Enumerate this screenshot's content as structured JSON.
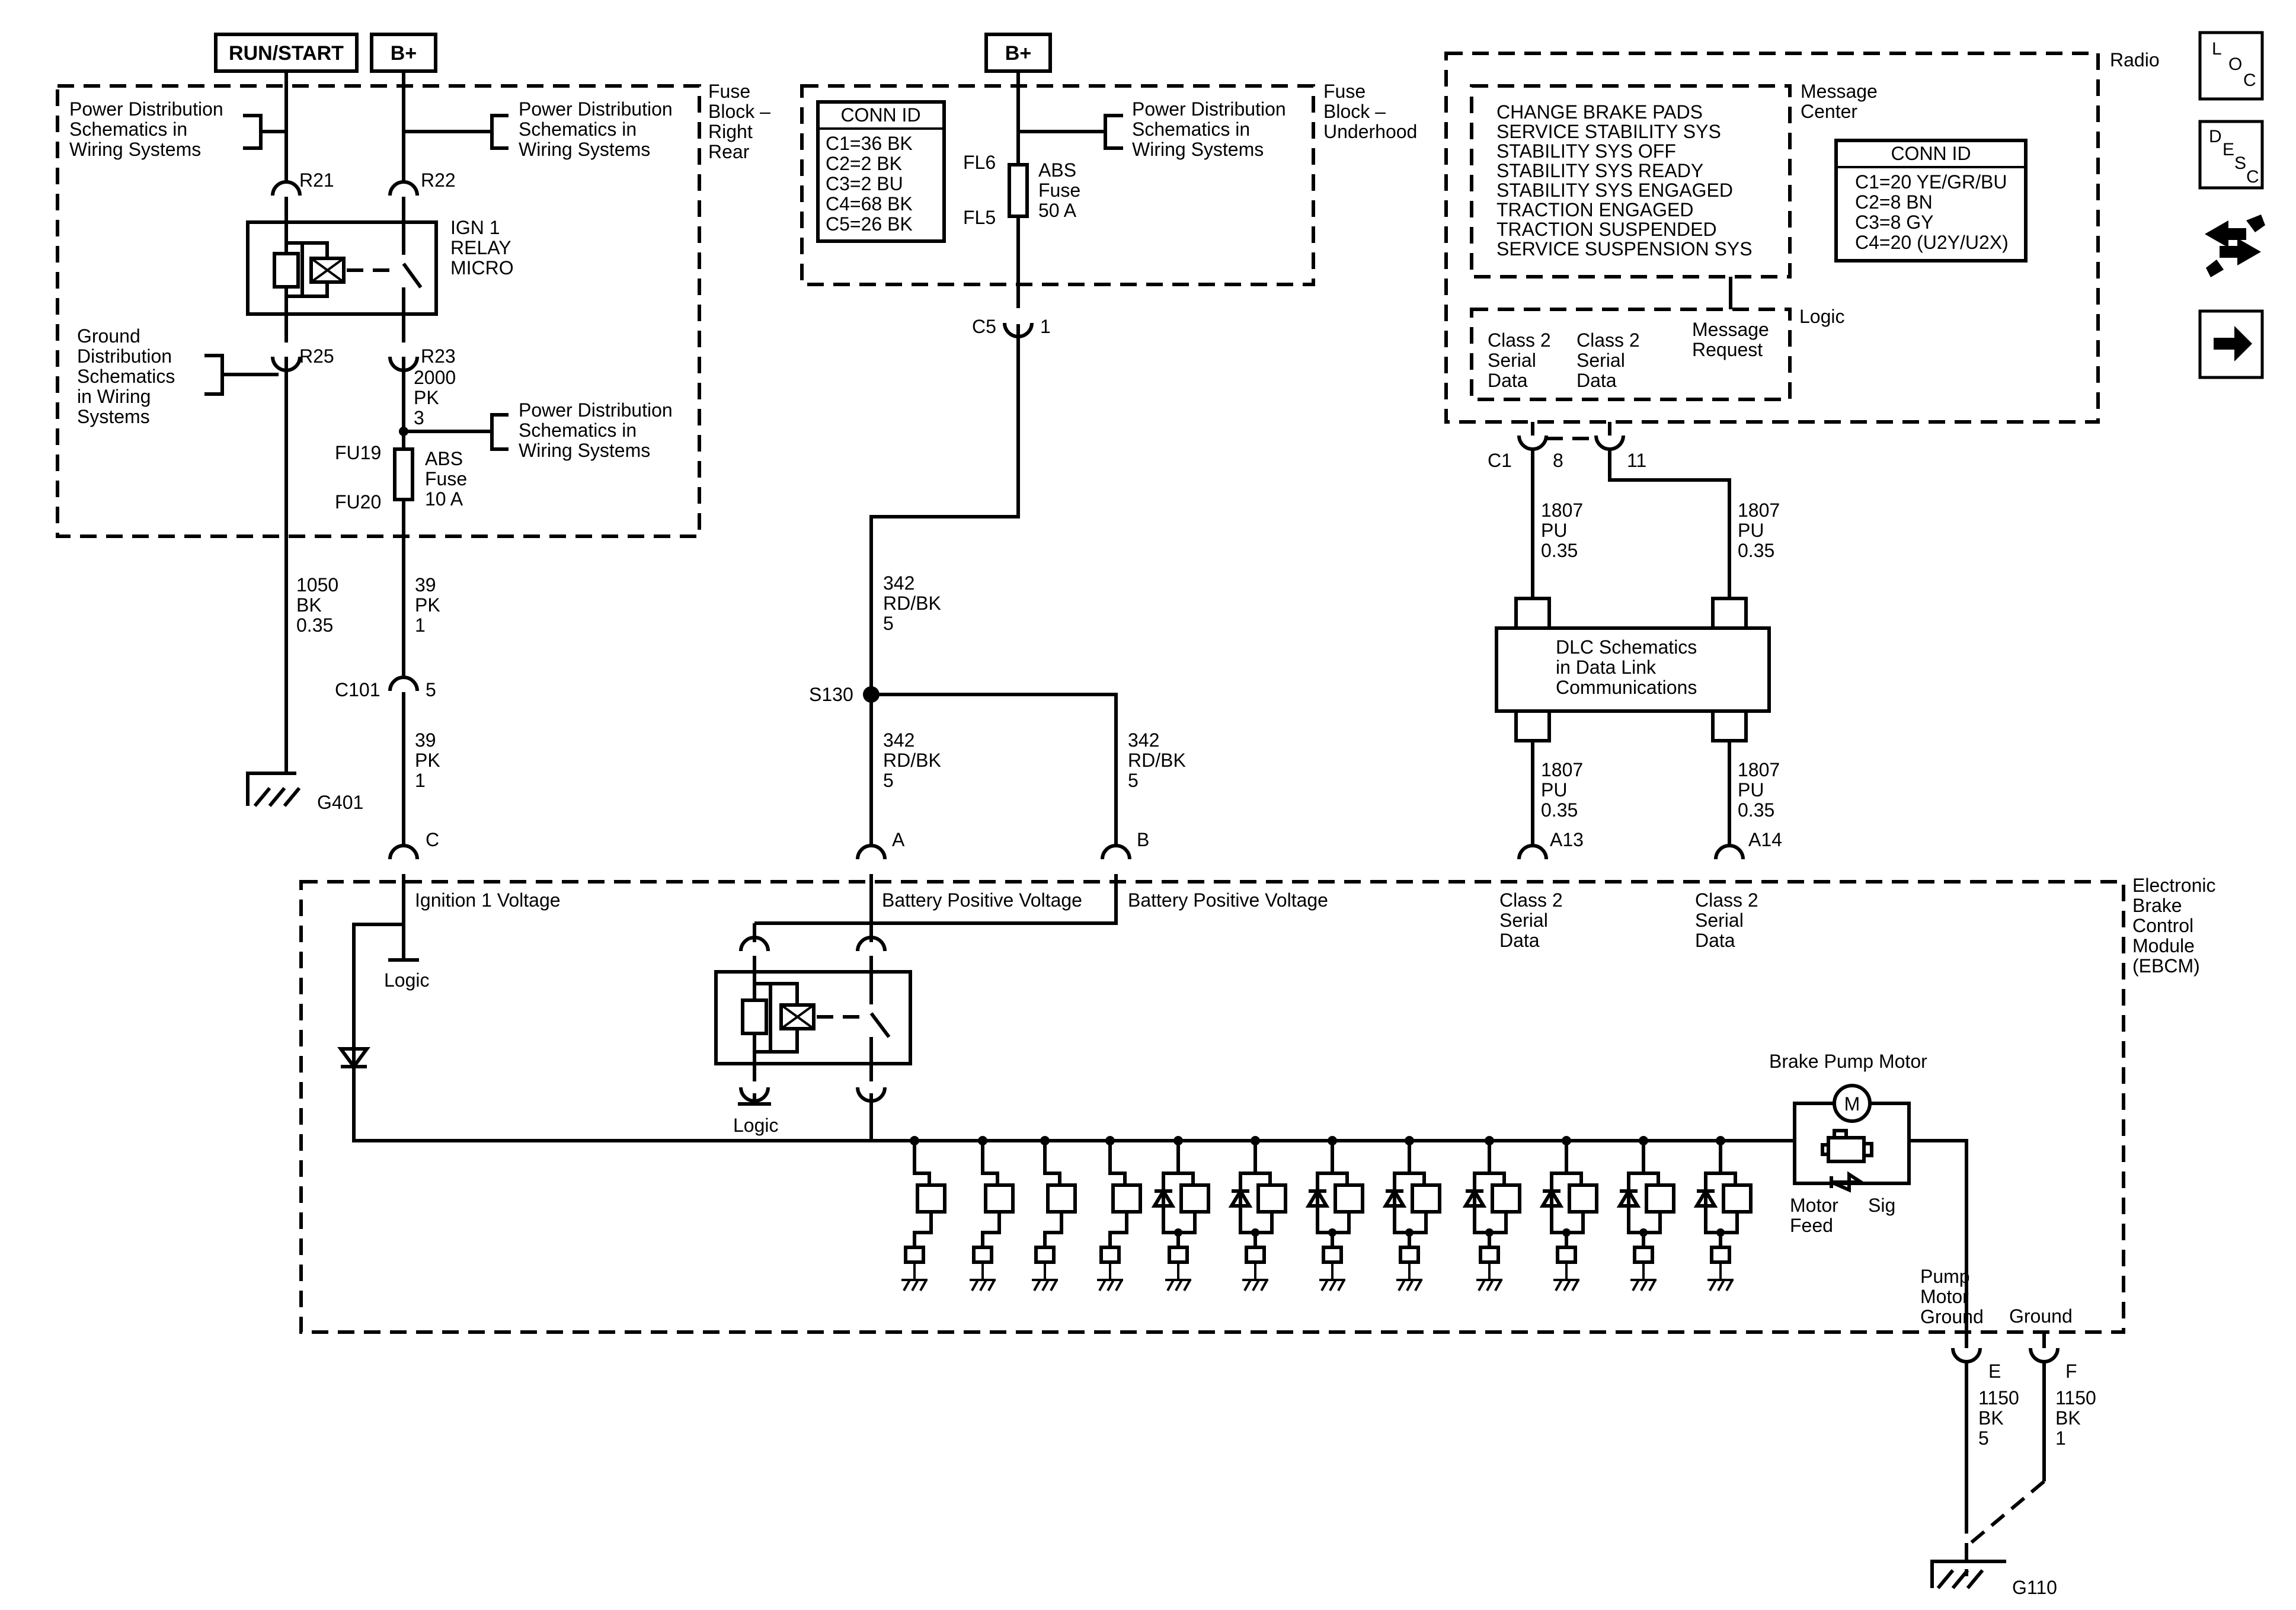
{
  "headers": {
    "run_start": "RUN/START",
    "bplus_1": "B+",
    "bplus_2": "B+"
  },
  "fuse_block_right_rear": {
    "label": [
      "Fuse",
      "Block –",
      "Right",
      "Rear"
    ],
    "pd_ref_left": [
      "Power Distribution",
      "Schematics in",
      "Wiring Systems"
    ],
    "pd_ref_right": [
      "Power Distribution",
      "Schematics in",
      "Wiring Systems"
    ],
    "pd_ref_lower": [
      "Power Distribution",
      "Schematics in",
      "Wiring Systems"
    ],
    "ground_ref": [
      "Ground",
      "Distribution",
      "Schematics",
      "in Wiring",
      "Systems"
    ],
    "relay_label": [
      "IGN 1",
      "RELAY",
      "MICRO"
    ],
    "r21": "R21",
    "r22": "R22",
    "r25": "R25",
    "r23": "R23",
    "wire_r23": [
      "2000",
      "PK",
      "3"
    ],
    "fu19": "FU19",
    "fu20": "FU20",
    "abs_fuse_10": [
      "ABS",
      "Fuse",
      "10 A"
    ]
  },
  "fuse_block_underhood": {
    "label": [
      "Fuse",
      "Block –",
      "Underhood"
    ],
    "conn_title": "CONN ID",
    "conn_items": [
      "C1=36 BK",
      "C2=2 BK",
      "C3=2 BU",
      "C4=68 BK",
      "C5=26 BK"
    ],
    "pd_ref": [
      "Power Distribution",
      "Schematics in",
      "Wiring Systems"
    ],
    "fl6": "FL6",
    "fl5": "FL5",
    "abs_fuse_50": [
      "ABS",
      "Fuse",
      "50 A"
    ],
    "c5": "C5",
    "c5_pin": "1"
  },
  "wires": {
    "w1050": [
      "1050",
      "BK",
      "0.35"
    ],
    "w39a": [
      "39",
      "PK",
      "1"
    ],
    "c101": "C101",
    "c101_pin": "5",
    "w39b": [
      "39",
      "PK",
      "1"
    ],
    "g401": "G401",
    "w342a": [
      "342",
      "RD/BK",
      "5"
    ],
    "s130": "S130",
    "w342b": [
      "342",
      "RD/BK",
      "5"
    ],
    "w342c": [
      "342",
      "RD/BK",
      "5"
    ],
    "pin_c": "C",
    "pin_a": "A",
    "pin_b": "B"
  },
  "radio": {
    "label": "Radio",
    "message_center": [
      "Message",
      "Center"
    ],
    "messages": [
      "CHANGE BRAKE PADS",
      "SERVICE STABILITY SYS",
      "STABILITY SYS OFF",
      "STABILITY SYS READY",
      "STABILITY SYS ENGAGED",
      "TRACTION ENGAGED",
      "TRACTION SUSPENDED",
      "SERVICE SUSPENSION SYS"
    ],
    "conn_title": "CONN ID",
    "conn_items": [
      "C1=20 YE/GR/BU",
      "C2=8 BN",
      "C3=8 GY",
      "C4=20 (U2Y/U2X)"
    ],
    "logic": "Logic",
    "class2_a": [
      "Class 2",
      "Serial",
      "Data"
    ],
    "class2_b": [
      "Class 2",
      "Serial",
      "Data"
    ],
    "msg_request": [
      "Message",
      "Request"
    ],
    "c1": "C1",
    "pin_8": "8",
    "pin_11": "11"
  },
  "dlc": {
    "w1807a": [
      "1807",
      "PU",
      "0.35"
    ],
    "w1807b": [
      "1807",
      "PU",
      "0.35"
    ],
    "box": [
      "DLC Schematics",
      "in Data Link",
      "Communications"
    ],
    "w1807c": [
      "1807",
      "PU",
      "0.35"
    ],
    "w1807d": [
      "1807",
      "PU",
      "0.35"
    ],
    "a13": "A13",
    "a14": "A14"
  },
  "ebcm": {
    "label": [
      "Electronic",
      "Brake",
      "Control",
      "Module",
      "(EBCM)"
    ],
    "ign1_voltage": "Ignition 1 Voltage",
    "batt_pos_1": "Battery Positive Voltage",
    "batt_pos_2": "Battery Positive Voltage",
    "class2_a": [
      "Class 2",
      "Serial",
      "Data"
    ],
    "class2_b": [
      "Class 2",
      "Serial",
      "Data"
    ],
    "logic_1": "Logic",
    "logic_2": "Logic",
    "pump_motor": "Brake Pump Motor",
    "motor_symbol": "M",
    "motor_feed": [
      "Motor",
      "Feed"
    ],
    "sig": "Sig",
    "pump_ground": [
      "Pump",
      "Motor",
      "Ground"
    ],
    "ground": "Ground"
  },
  "bottom": {
    "pin_e": "E",
    "pin_f": "F",
    "w1150a": [
      "1150",
      "BK",
      "5"
    ],
    "w1150b": [
      "1150",
      "BK",
      "1"
    ],
    "g110": "G110"
  },
  "nav": {
    "loc": [
      "L",
      "O",
      "C"
    ],
    "desc": [
      "D",
      "E",
      "S",
      "C"
    ],
    "wrench_icon": "wrench-arrows-icon",
    "arrow_icon": "right-arrow-icon"
  }
}
